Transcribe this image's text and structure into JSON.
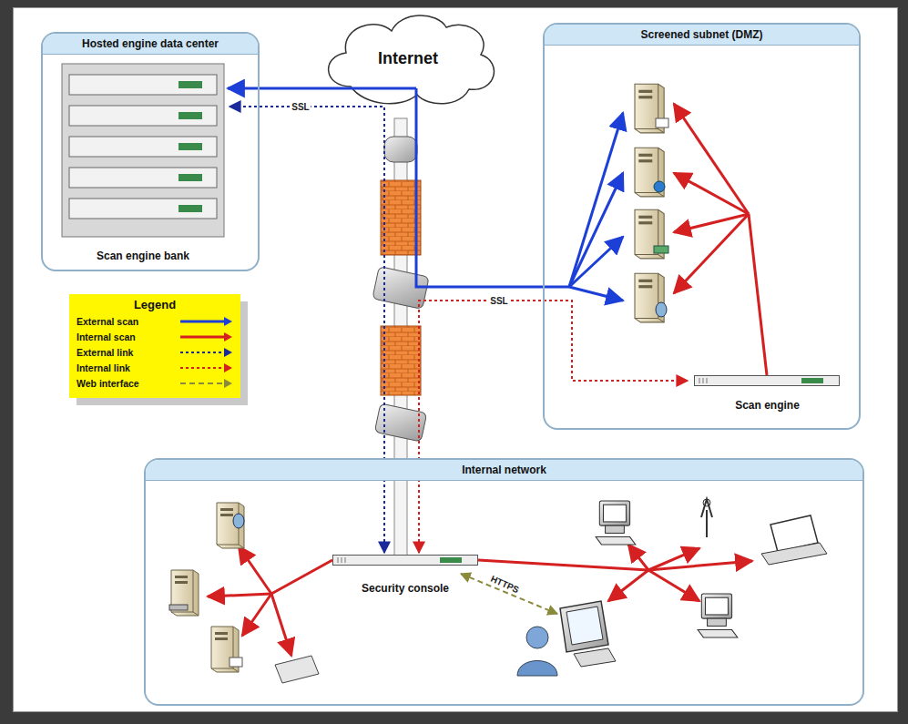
{
  "diagram": {
    "nodes": [
      {
        "text": [
          "Hosted engine data center"
        ]
      },
      {
        "text": [
          "Scan engine bank"
        ],
        "in": 0
      },
      {
        "text": [
          "Internet"
        ]
      },
      {
        "text": [
          "Screened subnet (DMZ)"
        ]
      },
      {
        "text": [
          "Scan engine"
        ],
        "in": 3
      },
      {
        "text": [
          "Internal network"
        ]
      },
      {
        "text": [
          "Security console"
        ],
        "in": 5
      }
    ],
    "edges": [
      {
        "from": 6,
        "to": 1,
        "arrow": "both",
        "label": "SSL"
      },
      {
        "from": 6,
        "to": 4,
        "arrow": "both",
        "label": "SSL"
      }
    ],
    "labels": [
      "Legend",
      "HTTPS"
    ],
    "legend": [
      {
        "text": "External scan"
      },
      {
        "text": "Internal scan"
      },
      {
        "text": "External link"
      },
      {
        "text": "Internal link"
      },
      {
        "text": "Web interface"
      }
    ]
  }
}
